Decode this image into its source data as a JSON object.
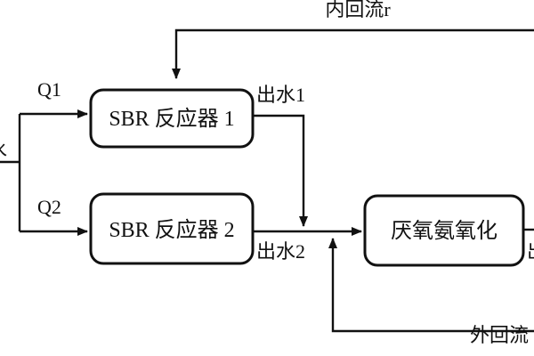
{
  "diagram": {
    "labels": {
      "internal_reflux": "内回流r",
      "q1": "Q1",
      "q2": "Q2",
      "outflow1": "出水1",
      "outflow2": "出水2",
      "external_reflux": "外回流",
      "left_cut_char": "水",
      "right_cut_char": "出"
    },
    "nodes": {
      "sbr1": "SBR 反应器 1",
      "sbr2": "SBR 反应器 2",
      "anammox": "厌氧氨氧化"
    }
  }
}
